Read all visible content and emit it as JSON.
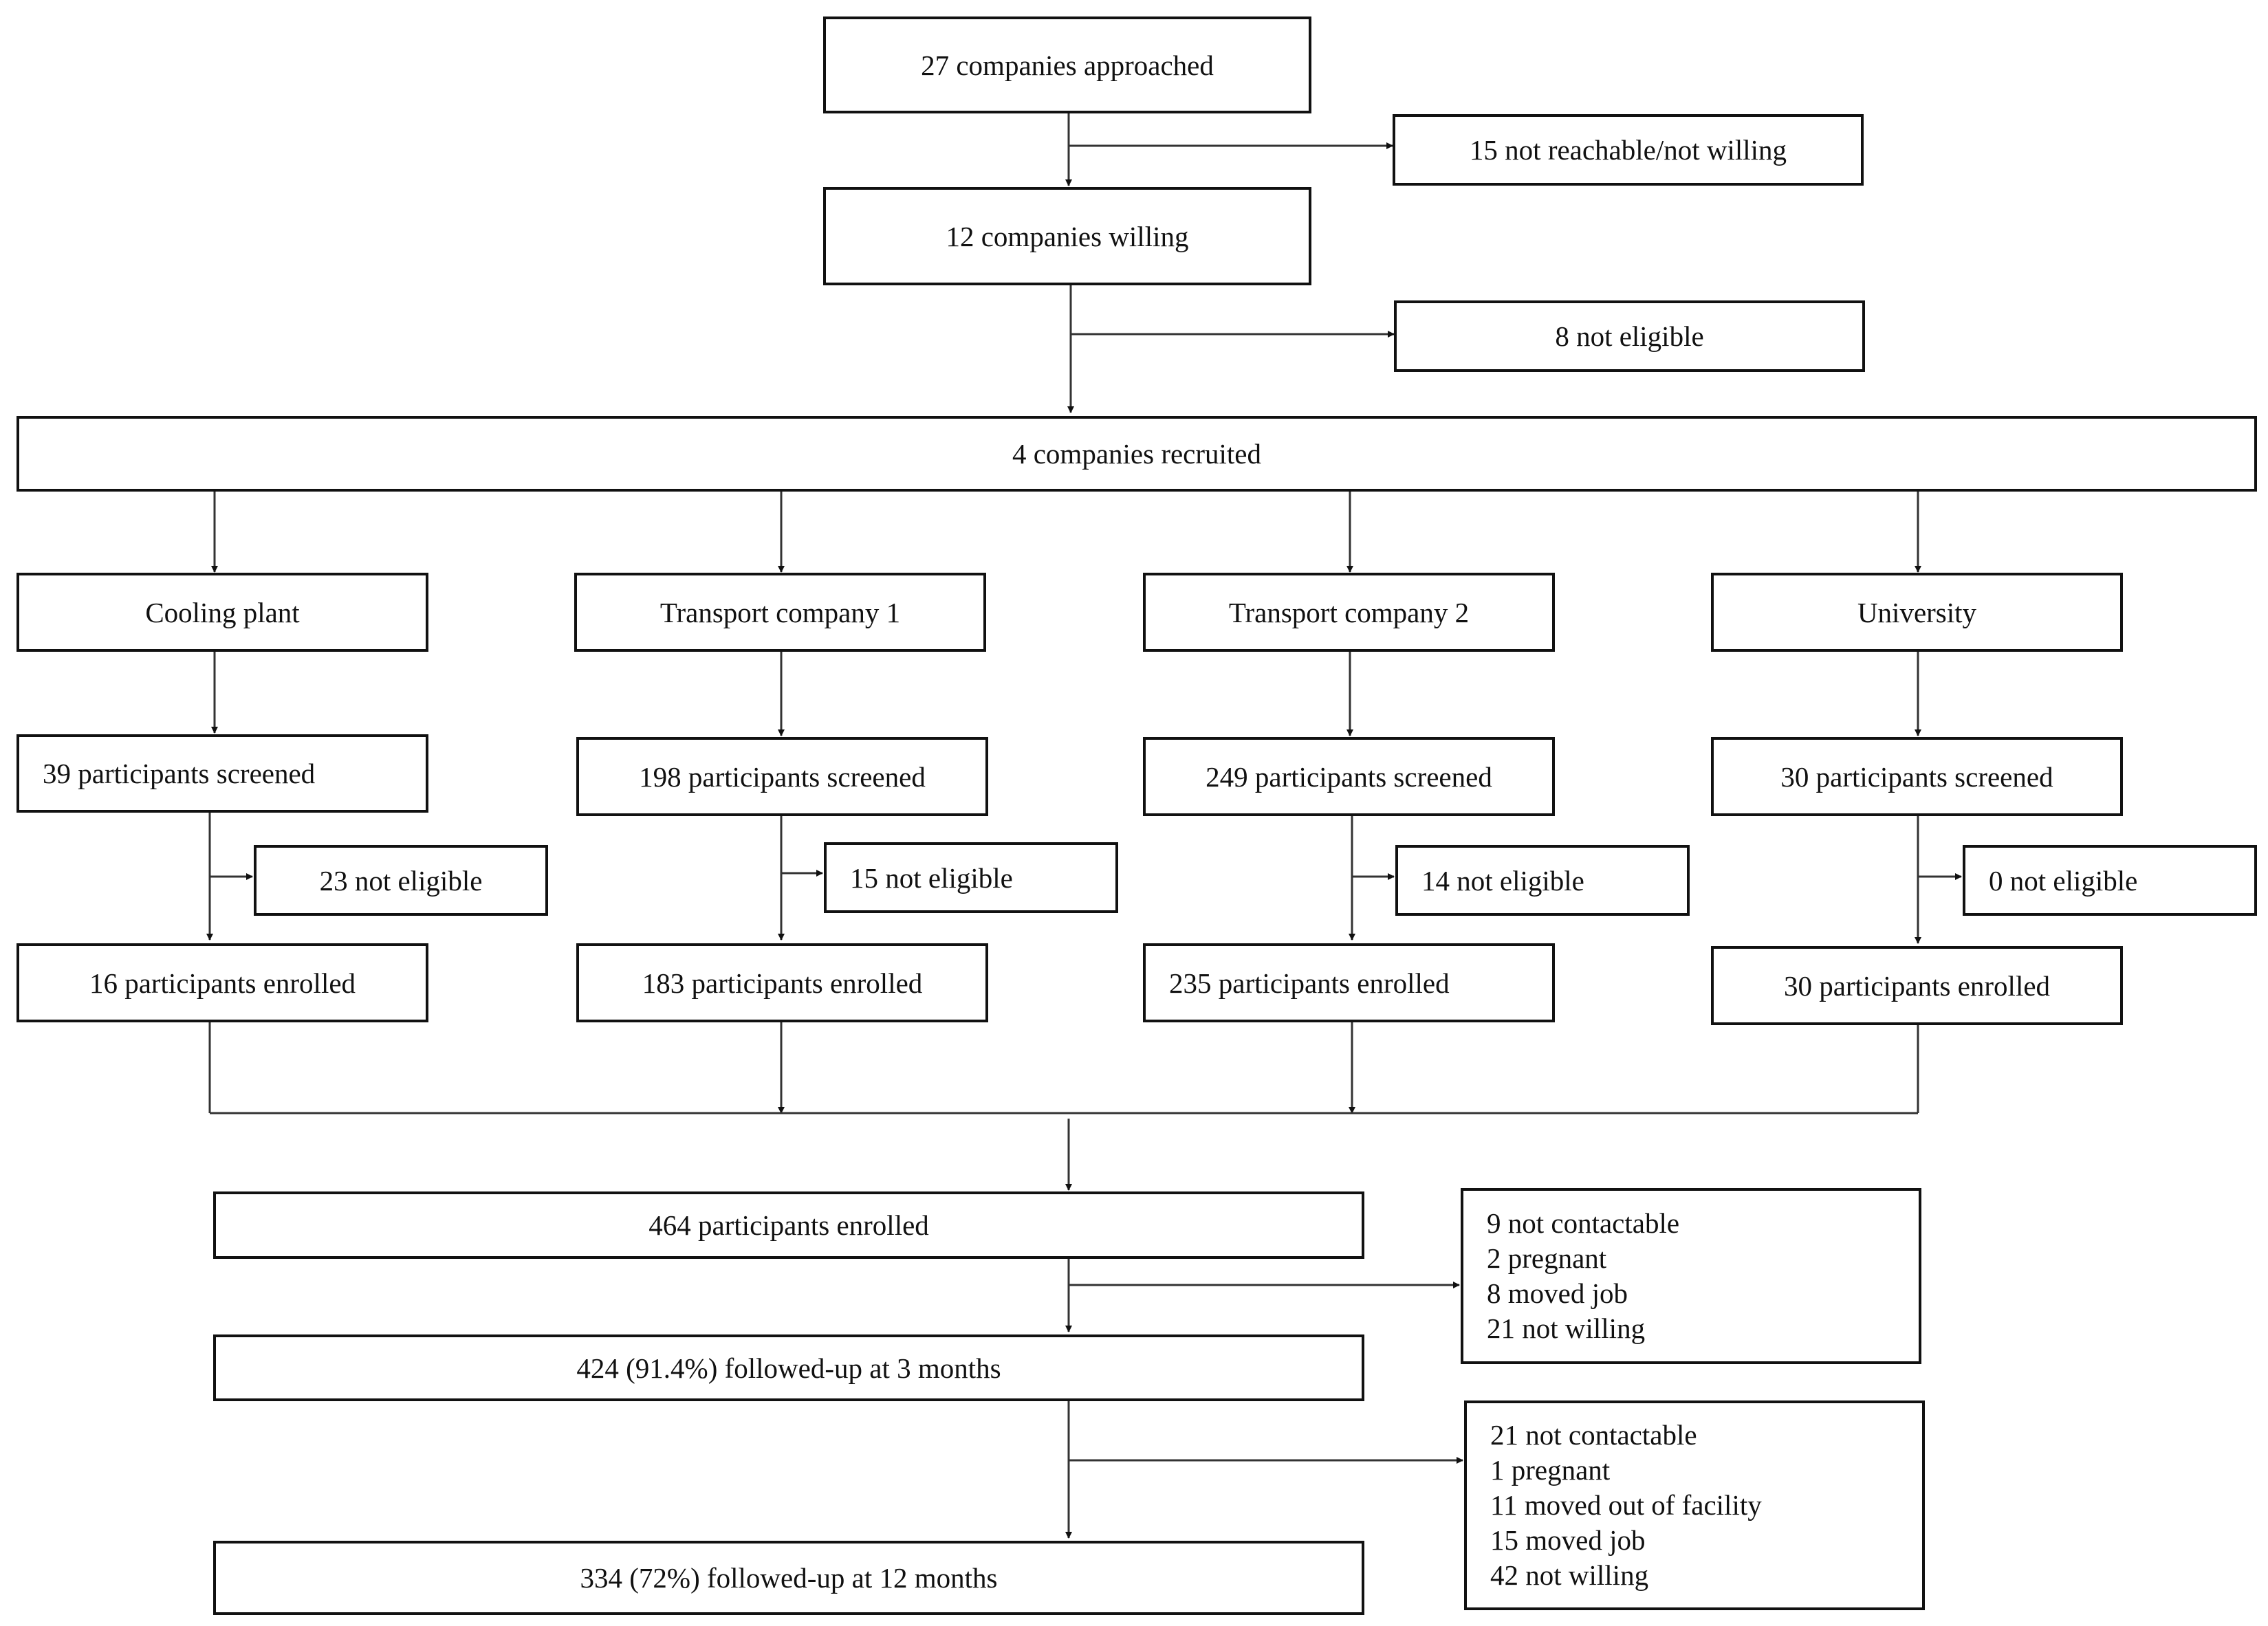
{
  "flow": {
    "approached": "27 companies approached",
    "not_reachable": "15 not reachable/not willing",
    "willing": "12 companies willing",
    "not_eligible_companies": "8 not eligible",
    "recruited": "4 companies recruited"
  },
  "sites": [
    {
      "name": "Cooling plant",
      "screened": "39 participants screened",
      "excluded": "23 not eligible",
      "enrolled": "16 participants enrolled"
    },
    {
      "name": "Transport company 1",
      "screened": "198 participants screened",
      "excluded": "15 not eligible",
      "enrolled": "183 participants enrolled"
    },
    {
      "name": "Transport company 2",
      "screened": "249 participants screened",
      "excluded": "14 not eligible",
      "enrolled": "235 participants enrolled"
    },
    {
      "name": "University",
      "screened": "30 participants screened",
      "excluded": "0 not eligible",
      "enrolled": "30 participants enrolled"
    }
  ],
  "totals": {
    "enrolled": "464 participants enrolled",
    "followup_3m": "424 (91.4%) followed-up at 3 months",
    "followup_12m": "334 (72%) followed-up at 12 months"
  },
  "losses_3m": [
    "9 not contactable",
    "2 pregnant",
    "8 moved job",
    "21 not willing"
  ],
  "losses_12m": [
    "21 not contactable",
    "1 pregnant",
    "11 moved out of facility",
    "15 moved job",
    "42 not willing"
  ]
}
